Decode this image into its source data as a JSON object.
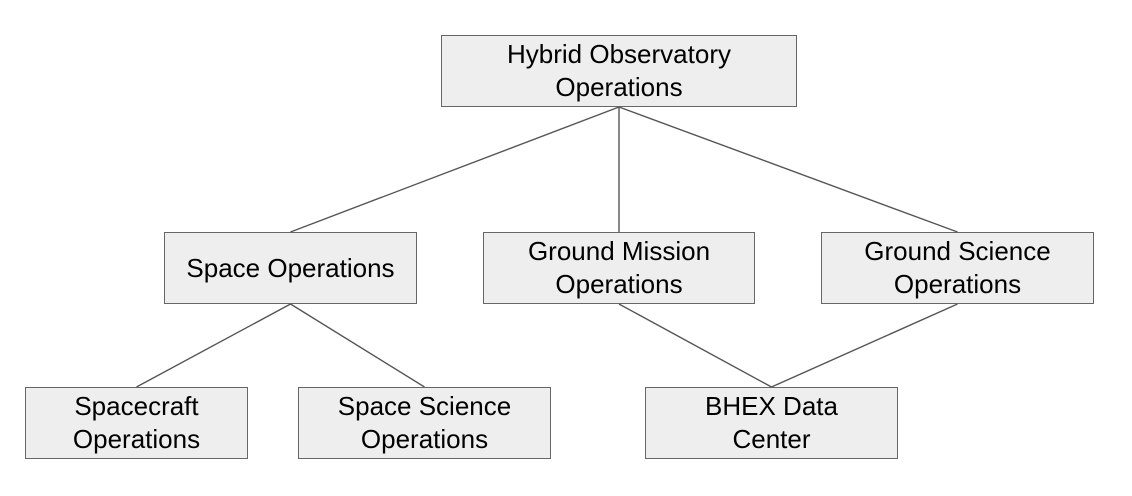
{
  "diagram": {
    "line_color": "#555555",
    "box_fill": "#eeeeee",
    "box_border": "#666666",
    "nodes": [
      {
        "id": "hybrid",
        "label": "Hybrid Observatory\nOperations"
      },
      {
        "id": "space-ops",
        "label": "Space Operations"
      },
      {
        "id": "ground-mission",
        "label": "Ground Mission\nOperations"
      },
      {
        "id": "ground-science",
        "label": "Ground Science\nOperations"
      },
      {
        "id": "spacecraft",
        "label": "Spacecraft\nOperations"
      },
      {
        "id": "space-science",
        "label": "Space Science\nOperations"
      },
      {
        "id": "bhex",
        "label": "BHEX Data\nCenter"
      }
    ],
    "edges": [
      {
        "from": "hybrid",
        "to": "space-ops"
      },
      {
        "from": "hybrid",
        "to": "ground-mission"
      },
      {
        "from": "hybrid",
        "to": "ground-science"
      },
      {
        "from": "space-ops",
        "to": "spacecraft"
      },
      {
        "from": "space-ops",
        "to": "space-science"
      },
      {
        "from": "ground-mission",
        "to": "bhex"
      },
      {
        "from": "ground-science",
        "to": "bhex"
      }
    ]
  }
}
